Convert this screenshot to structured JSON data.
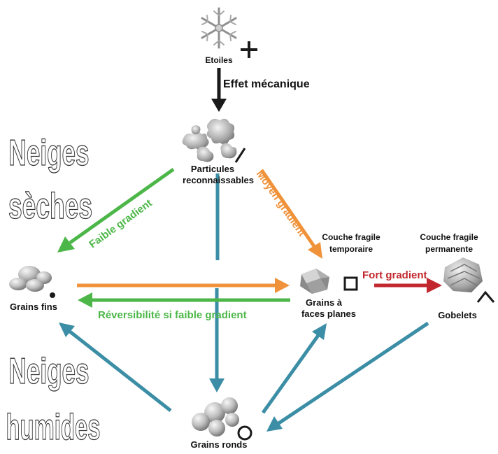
{
  "colors": {
    "black": "#1a1a1a",
    "green": "#4cb748",
    "orange": "#f0923a",
    "teal": "#3b8ea5",
    "red": "#c1272d",
    "grain": "#b9b9b9"
  },
  "icons": {
    "etoiles": "snowflake-icon",
    "particules": "fragmented-crystal-icon",
    "grains_fins": "fine-grains-icon",
    "grains_faces": "faceted-grain-icon",
    "gobelets": "cup-crystal-icon",
    "grains_ronds": "round-grains-icon"
  },
  "side_labels": {
    "neiges": "Neiges",
    "seches": "sèches",
    "humides": "humides"
  },
  "nodes": {
    "etoiles": "Etoiles",
    "particules_l1": "Particules",
    "particules_l2": "reconnaissables",
    "grains_fins": "Grains fins",
    "grains_faces_l1": "Grains à",
    "grains_faces_l2": "faces planes",
    "gobelets": "Gobelets",
    "grains_ronds": "Grains ronds"
  },
  "notes": {
    "temp_l1": "Couche fragile",
    "temp_l2": "temporaire",
    "perm_l1": "Couche fragile",
    "perm_l2": "permanente"
  },
  "arrows": {
    "effet_mecanique": "Effet mécanique",
    "faible_gradient": "Faible gradient",
    "moyen_gradient": "Moyen gradient",
    "fort_gradient": "Fort gradient",
    "reversibilite": "Réversibilité si faible gradient"
  },
  "symbols": {
    "etoiles": "plus",
    "particules": "slash",
    "grains_fins": "dot",
    "grains_faces": "square",
    "gobelets": "caret",
    "grains_ronds": "circle"
  }
}
